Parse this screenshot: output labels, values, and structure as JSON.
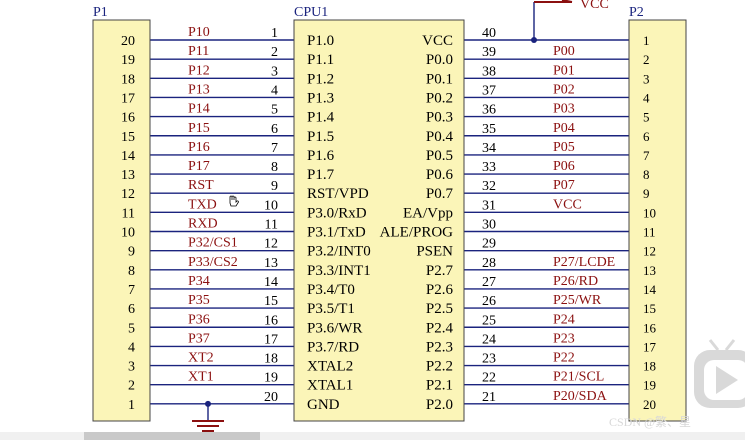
{
  "refs": {
    "p1": "P1",
    "cpu": "CPU1",
    "p2": "P2",
    "vcc_top": "VCC"
  },
  "left_rows": [
    {
      "hdr": "20",
      "net": "P10",
      "pin": "1",
      "chip": "P1.0"
    },
    {
      "hdr": "19",
      "net": "P11",
      "pin": "2",
      "chip": "P1.1"
    },
    {
      "hdr": "18",
      "net": "P12",
      "pin": "3",
      "chip": "P1.2"
    },
    {
      "hdr": "17",
      "net": "P13",
      "pin": "4",
      "chip": "P1.3"
    },
    {
      "hdr": "16",
      "net": "P14",
      "pin": "5",
      "chip": "P1.4"
    },
    {
      "hdr": "15",
      "net": "P15",
      "pin": "6",
      "chip": "P1.5"
    },
    {
      "hdr": "14",
      "net": "P16",
      "pin": "7",
      "chip": "P1.6"
    },
    {
      "hdr": "13",
      "net": "P17",
      "pin": "8",
      "chip": "P1.7"
    },
    {
      "hdr": "12",
      "net": "RST",
      "pin": "9",
      "chip": "RST/VPD"
    },
    {
      "hdr": "11",
      "net": "TXD",
      "pin": "10",
      "chip": "P3.0/RxD"
    },
    {
      "hdr": "10",
      "net": "RXD",
      "pin": "11",
      "chip": "P3.1/TxD"
    },
    {
      "hdr": "9",
      "net": "P32/CS1",
      "pin": "12",
      "chip": "P3.2/INT0"
    },
    {
      "hdr": "8",
      "net": "P33/CS2",
      "pin": "13",
      "chip": "P3.3/INT1"
    },
    {
      "hdr": "7",
      "net": "P34",
      "pin": "14",
      "chip": "P3.4/T0"
    },
    {
      "hdr": "6",
      "net": "P35",
      "pin": "15",
      "chip": "P3.5/T1"
    },
    {
      "hdr": "5",
      "net": "P36",
      "pin": "16",
      "chip": "P3.6/WR"
    },
    {
      "hdr": "4",
      "net": "P37",
      "pin": "17",
      "chip": "P3.7/RD"
    },
    {
      "hdr": "3",
      "net": "XT2",
      "pin": "18",
      "chip": "XTAL2"
    },
    {
      "hdr": "2",
      "net": "XT1",
      "pin": "19",
      "chip": "XTAL1"
    },
    {
      "hdr": "1",
      "net": "",
      "pin": "20",
      "chip": "GND"
    }
  ],
  "right_rows": [
    {
      "chip": "VCC",
      "pin": "40",
      "net": "",
      "hdr": "1"
    },
    {
      "chip": "P0.0",
      "pin": "39",
      "net": "P00",
      "hdr": "2"
    },
    {
      "chip": "P0.1",
      "pin": "38",
      "net": "P01",
      "hdr": "3"
    },
    {
      "chip": "P0.2",
      "pin": "37",
      "net": "P02",
      "hdr": "4"
    },
    {
      "chip": "P0.3",
      "pin": "36",
      "net": "P03",
      "hdr": "5"
    },
    {
      "chip": "P0.4",
      "pin": "35",
      "net": "P04",
      "hdr": "6"
    },
    {
      "chip": "P0.5",
      "pin": "34",
      "net": "P05",
      "hdr": "7"
    },
    {
      "chip": "P0.6",
      "pin": "33",
      "net": "P06",
      "hdr": "8"
    },
    {
      "chip": "P0.7",
      "pin": "32",
      "net": "P07",
      "hdr": "9"
    },
    {
      "chip": "EA/Vpp",
      "pin": "31",
      "net": "VCC",
      "hdr": "10"
    },
    {
      "chip": "ALE/PROG",
      "pin": "30",
      "net": "",
      "hdr": "11"
    },
    {
      "chip": "PSEN",
      "pin": "29",
      "net": "",
      "hdr": "12"
    },
    {
      "chip": "P2.7",
      "pin": "28",
      "net": "P27/LCDE",
      "hdr": "13"
    },
    {
      "chip": "P2.6",
      "pin": "27",
      "net": "P26/RD",
      "hdr": "14"
    },
    {
      "chip": "P2.5",
      "pin": "26",
      "net": "P25/WR",
      "hdr": "15"
    },
    {
      "chip": "P2.4",
      "pin": "25",
      "net": "P24",
      "hdr": "16"
    },
    {
      "chip": "P2.3",
      "pin": "24",
      "net": "P23",
      "hdr": "17"
    },
    {
      "chip": "P2.2",
      "pin": "23",
      "net": "P22",
      "hdr": "18"
    },
    {
      "chip": "P2.1",
      "pin": "22",
      "net": "P21/SCL",
      "hdr": "19"
    },
    {
      "chip": "P2.0",
      "pin": "21",
      "net": "P20/SDA",
      "hdr": "20"
    }
  ],
  "watermark": "CSDN @繁、星",
  "icons": {
    "cursor": "hand-cursor-icon",
    "play": "play-icon",
    "ground": "ground-icon"
  },
  "colors": {
    "fill": "#fbf5b8",
    "wire": "#1a237e",
    "net": "#8b1010",
    "node": "#1a237e"
  }
}
